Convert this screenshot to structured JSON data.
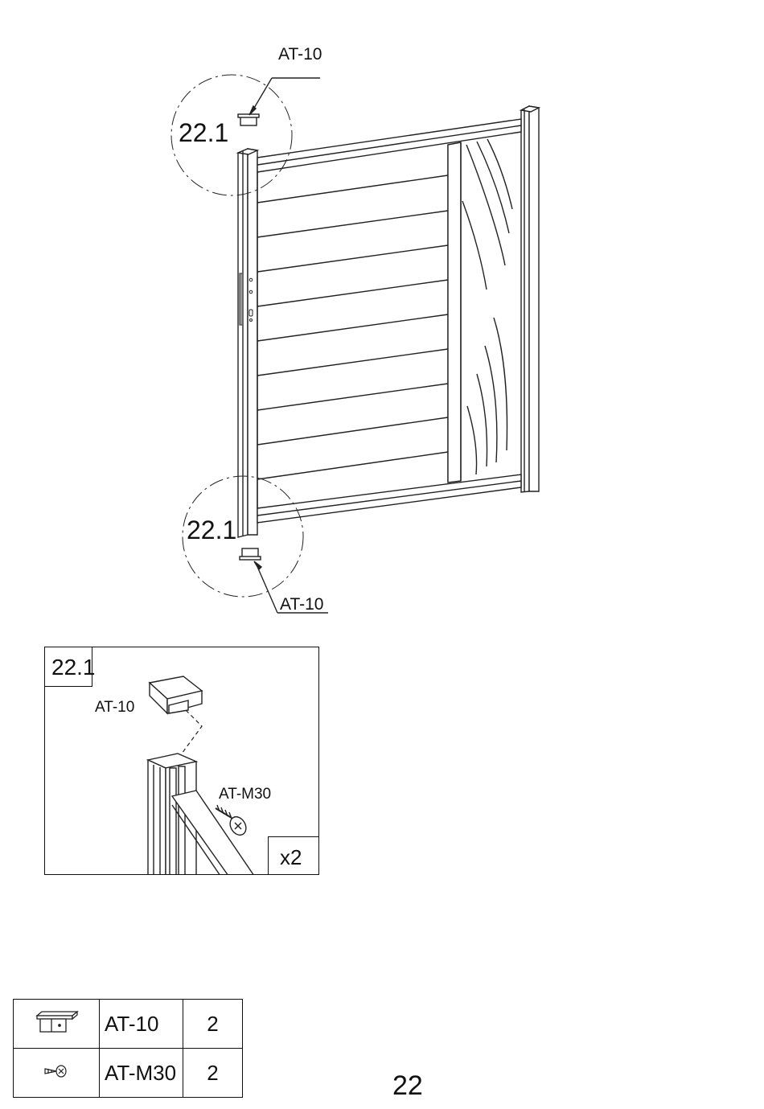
{
  "main_view": {
    "callout_top": {
      "detail_ref": "22.1",
      "part_label": "AT-10"
    },
    "callout_bottom": {
      "detail_ref": "22.1",
      "part_label": "AT-10"
    }
  },
  "detail_panel": {
    "detail_ref": "22.1",
    "cap_label": "AT-10",
    "screw_label": "AT-M30",
    "multiplier": "x2"
  },
  "parts_list": [
    {
      "icon": "end-cap-icon",
      "code": "AT-10",
      "qty": "2"
    },
    {
      "icon": "screw-icon",
      "code": "AT-M30",
      "qty": "2"
    }
  ],
  "page_number": "22"
}
